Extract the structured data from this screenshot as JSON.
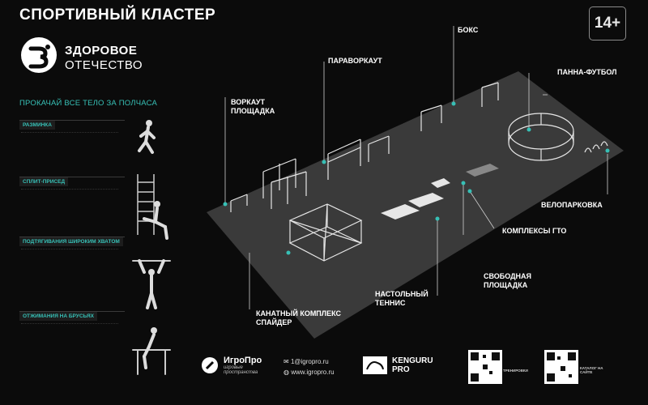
{
  "header": {
    "title": "СПОРТИВНЫЙ КЛАСТЕР",
    "age_rating": "14+"
  },
  "brand": {
    "logo_line1": "ЗДОРОВОЕ",
    "logo_line2": "ОТЕЧЕСТВО"
  },
  "sidebar": {
    "tagline": "ПРОКАЧАЙ ВСЕ ТЕЛО ЗА ПОЛЧАСА",
    "exercises": [
      {
        "title": "РАЗМИНКА"
      },
      {
        "title": "СПЛИТ-ПРИСЕД"
      },
      {
        "title": "ПОДТЯГИВАНИЯ ШИРОКИМ ХВАТОМ"
      },
      {
        "title": "ОТЖИМАНИЯ НА БРУСЬЯХ"
      }
    ]
  },
  "zones": {
    "boks": "БОКС",
    "paraworkout": "ПАРАВОРКАУТ",
    "panna": "ПАННА-ФУТБОЛ",
    "workout_l1": "ВОРКАУТ",
    "workout_l2": "ПЛОЩАДКА",
    "velo": "ВЕЛОПАРКОВКА",
    "gto": "КОМПЛЕКСЫ ГТО",
    "free_l1": "СВОБОДНАЯ",
    "free_l2": "ПЛОЩАДКА",
    "tennis_l1": "НАСТОЛЬНЫЙ",
    "tennis_l2": "ТЕННИС",
    "spider_l1": "КАНАТНЫЙ КОМПЛЕКС",
    "spider_l2": "СПАЙДЕР"
  },
  "footer": {
    "igropro_name": "ИгроПро",
    "igropro_sub1": "игровые",
    "igropro_sub2": "пространства",
    "email": "1@igropro.ru",
    "site": "www.igropro.ru",
    "kenguru_l1": "KENGURU",
    "kenguru_l2": "PRO",
    "qr1_label": "ТРЕНИРОВКИ",
    "qr2_label": "КАТАЛОГ НА САЙТЕ"
  },
  "colors": {
    "accent": "#37c0b6",
    "background": "#0b0b0b",
    "ground": "#3a3a3a"
  }
}
